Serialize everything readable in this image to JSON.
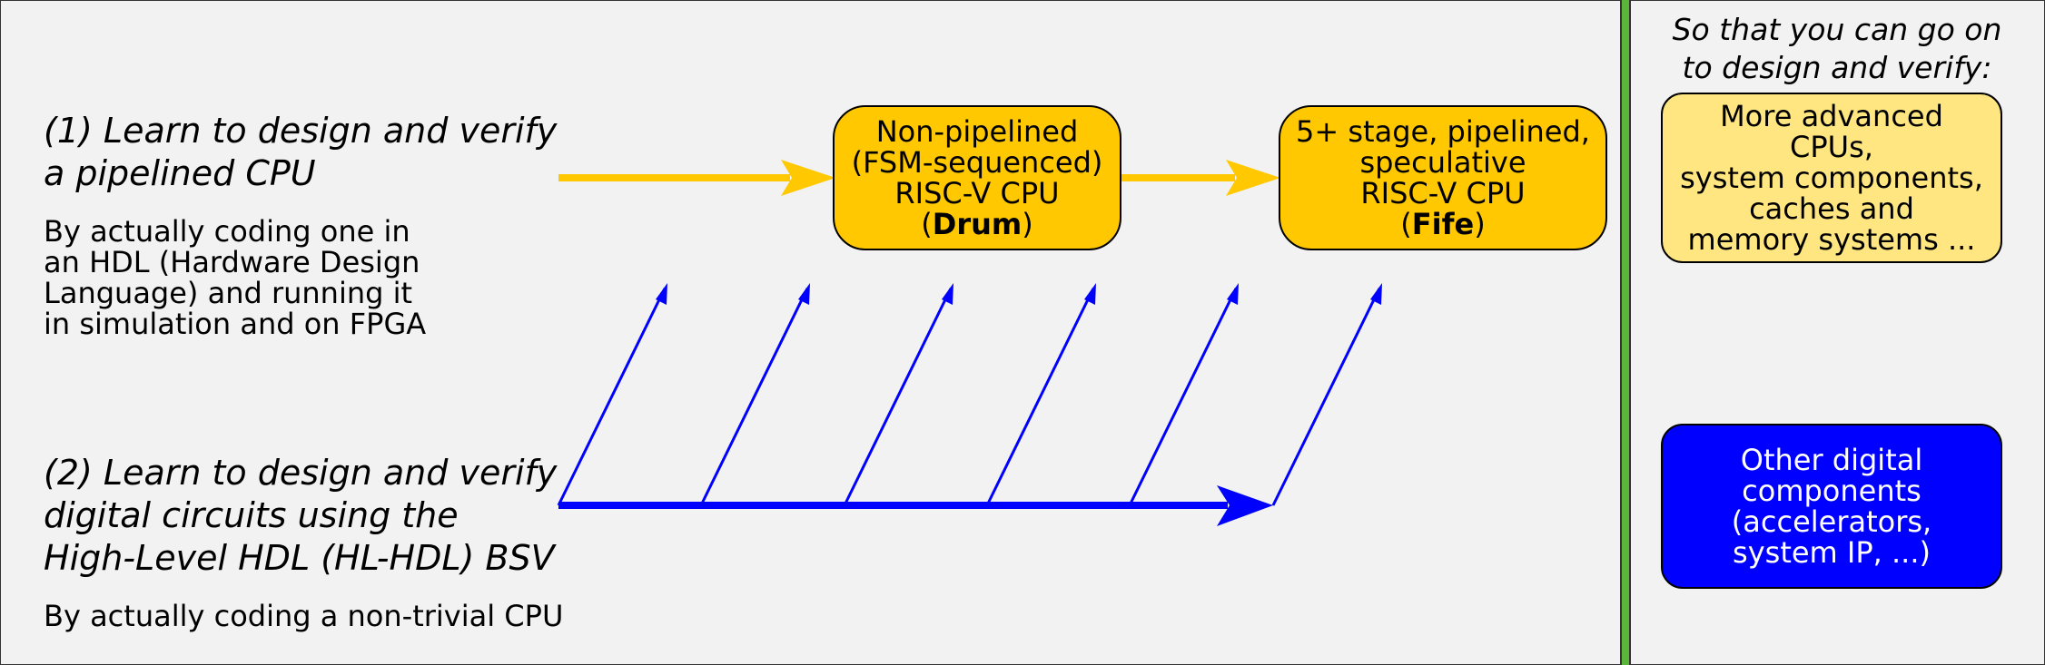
{
  "goal1": {
    "heading_line1": "(1) Learn to design and verify",
    "heading_line2": "a pipelined CPU",
    "desc_lines": [
      "By actually coding one in",
      "an HDL (Hardware Design",
      "Language) and running it",
      "in simulation and on FPGA"
    ]
  },
  "goal2": {
    "heading_line1": "(2) Learn to design and verify",
    "heading_line2": "digital circuits using the",
    "heading_line3": "High-Level HDL (HL-HDL) BSV",
    "desc": "By actually coding a non-trivial CPU"
  },
  "cpu_drum": {
    "line1": "Non-pipelined",
    "line2": "(FSM-sequenced)",
    "line3": "RISC-V CPU",
    "name_open": "(",
    "name": "Drum",
    "name_close": ")"
  },
  "cpu_fife": {
    "line1": "5+ stage, pipelined,",
    "line2": "speculative",
    "line3": "RISC-V CPU",
    "name_open": "(",
    "name": "Fife",
    "name_close": ")"
  },
  "right_panel": {
    "header_line1": "So that you can go on",
    "header_line2": "to design and verify:",
    "advanced_box": [
      "More advanced",
      "CPUs,",
      "system components,",
      "caches and",
      "memory systems ..."
    ],
    "other_box": [
      "Other digital",
      "components",
      "(accelerators,",
      "system IP, ...)"
    ]
  },
  "colors": {
    "background": "#f2f2f2",
    "gold": "#ffc800",
    "pale_yellow": "#ffe680",
    "blue": "#0000ff",
    "divider_green": "#5bb53a"
  }
}
